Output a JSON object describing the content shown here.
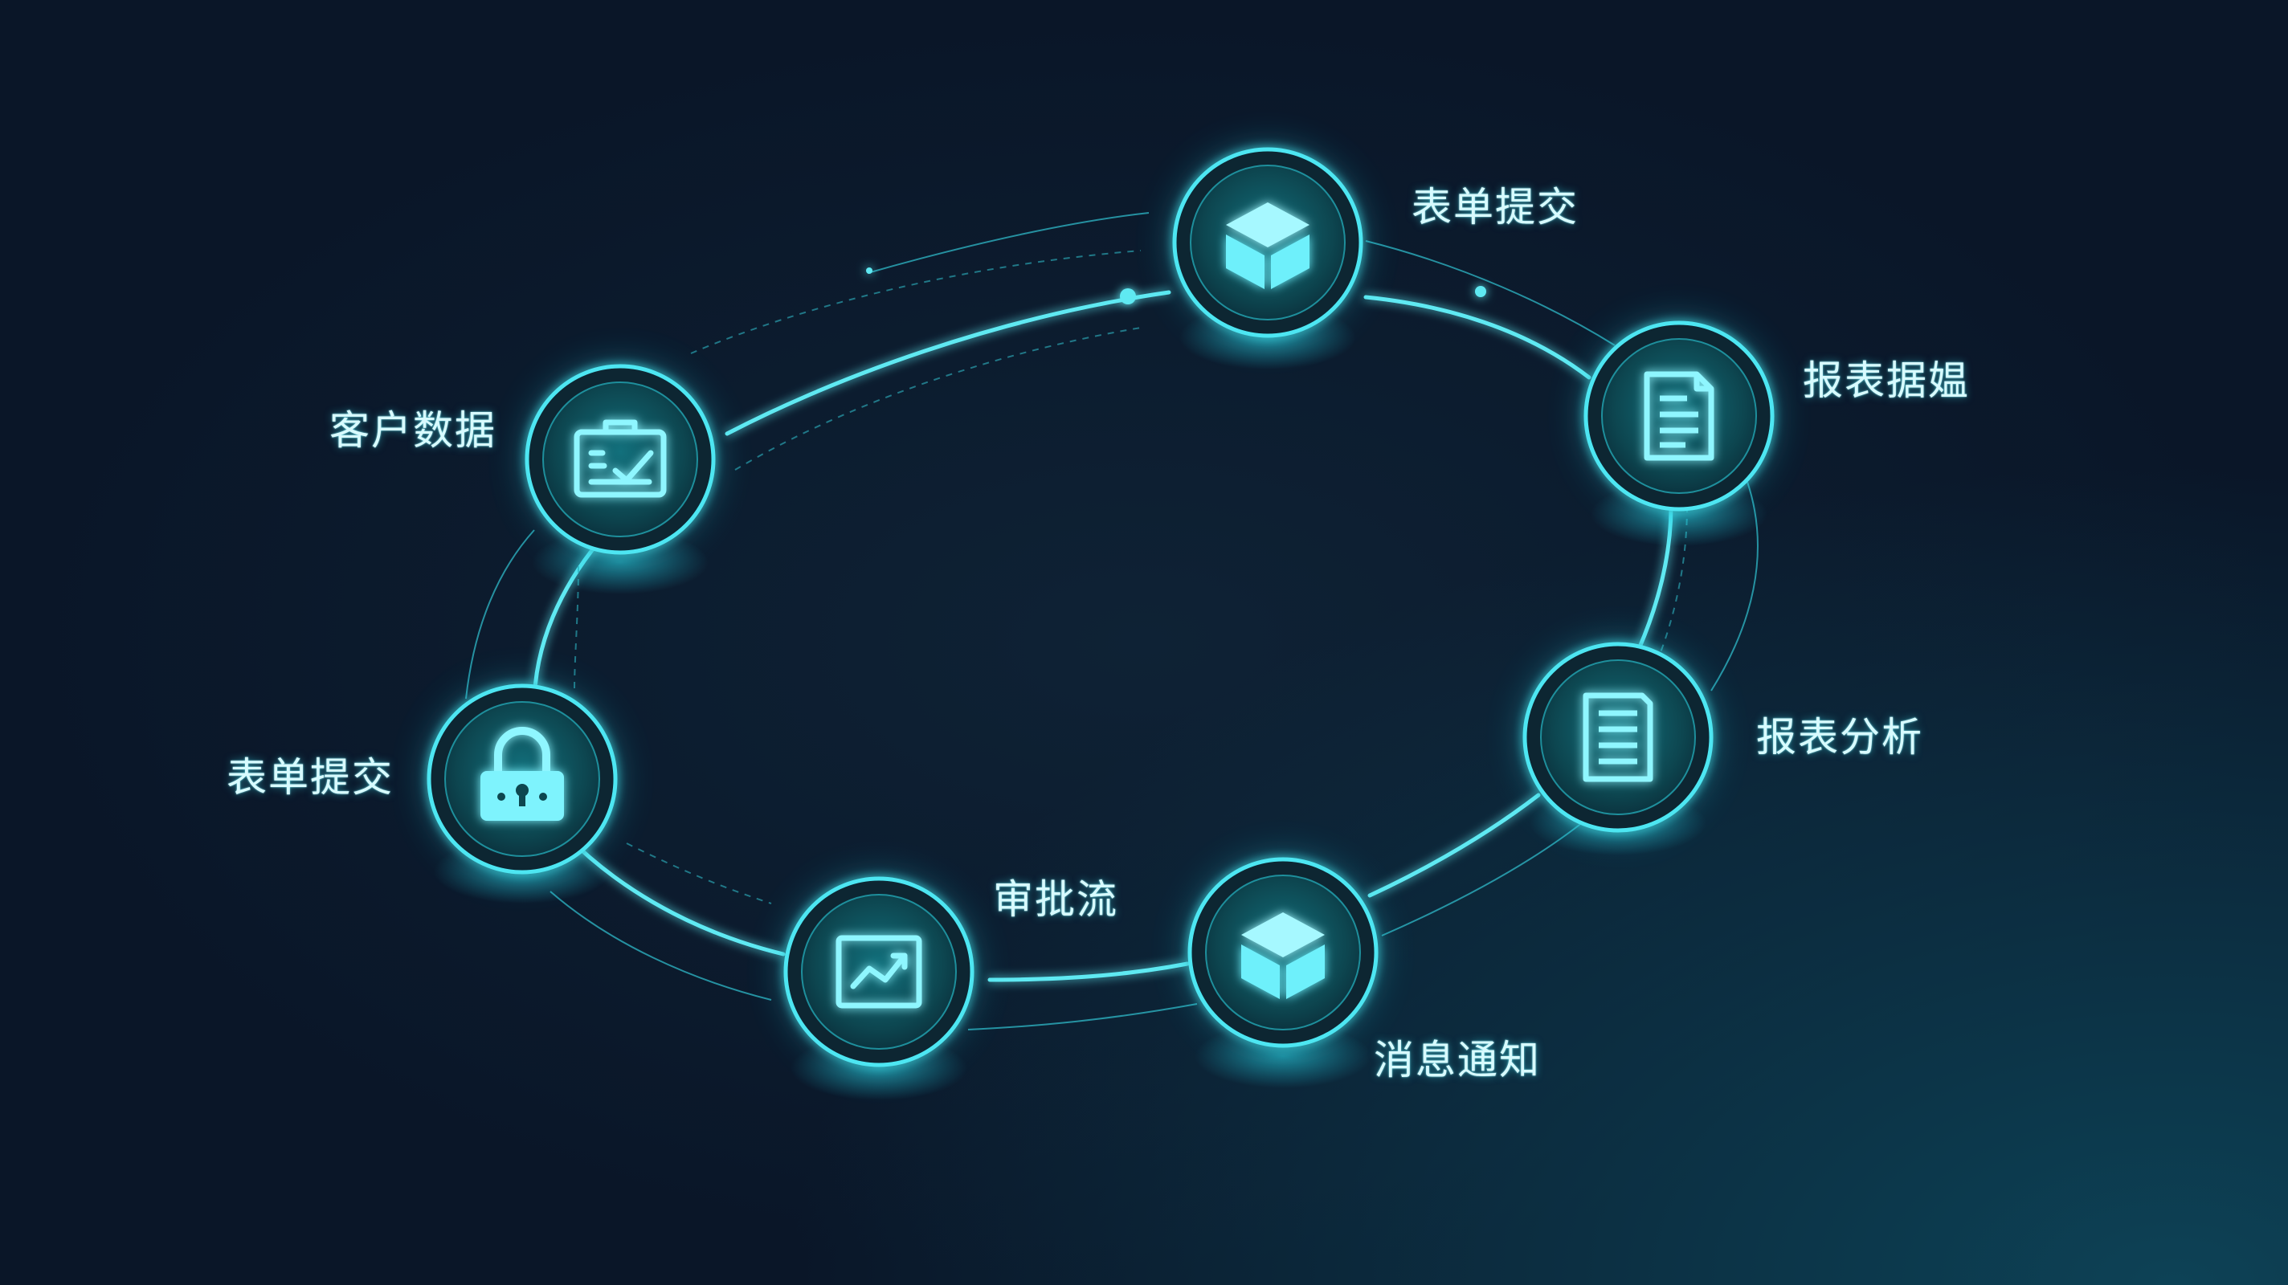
{
  "diagram": {
    "nodes": [
      {
        "id": "top",
        "label": "表单提交",
        "icon": "cube-icon"
      },
      {
        "id": "right-upper",
        "label": "报表据媪",
        "icon": "document-icon"
      },
      {
        "id": "right-middle",
        "label": "报表分析",
        "icon": "document-lines-icon"
      },
      {
        "id": "bottom-right",
        "label": "消息通知",
        "icon": "cube-icon"
      },
      {
        "id": "bottom-left",
        "label": "审批流",
        "icon": "chart-icon"
      },
      {
        "id": "left",
        "label": "表单提交",
        "icon": "lock-icon"
      },
      {
        "id": "left-upper",
        "label": "客户数据",
        "icon": "briefcase-check-icon"
      }
    ]
  },
  "colors": {
    "background": "#0b1828",
    "accent": "#3de8f5",
    "node_fill": "#0e4f5a",
    "label": "#d8fbff"
  }
}
